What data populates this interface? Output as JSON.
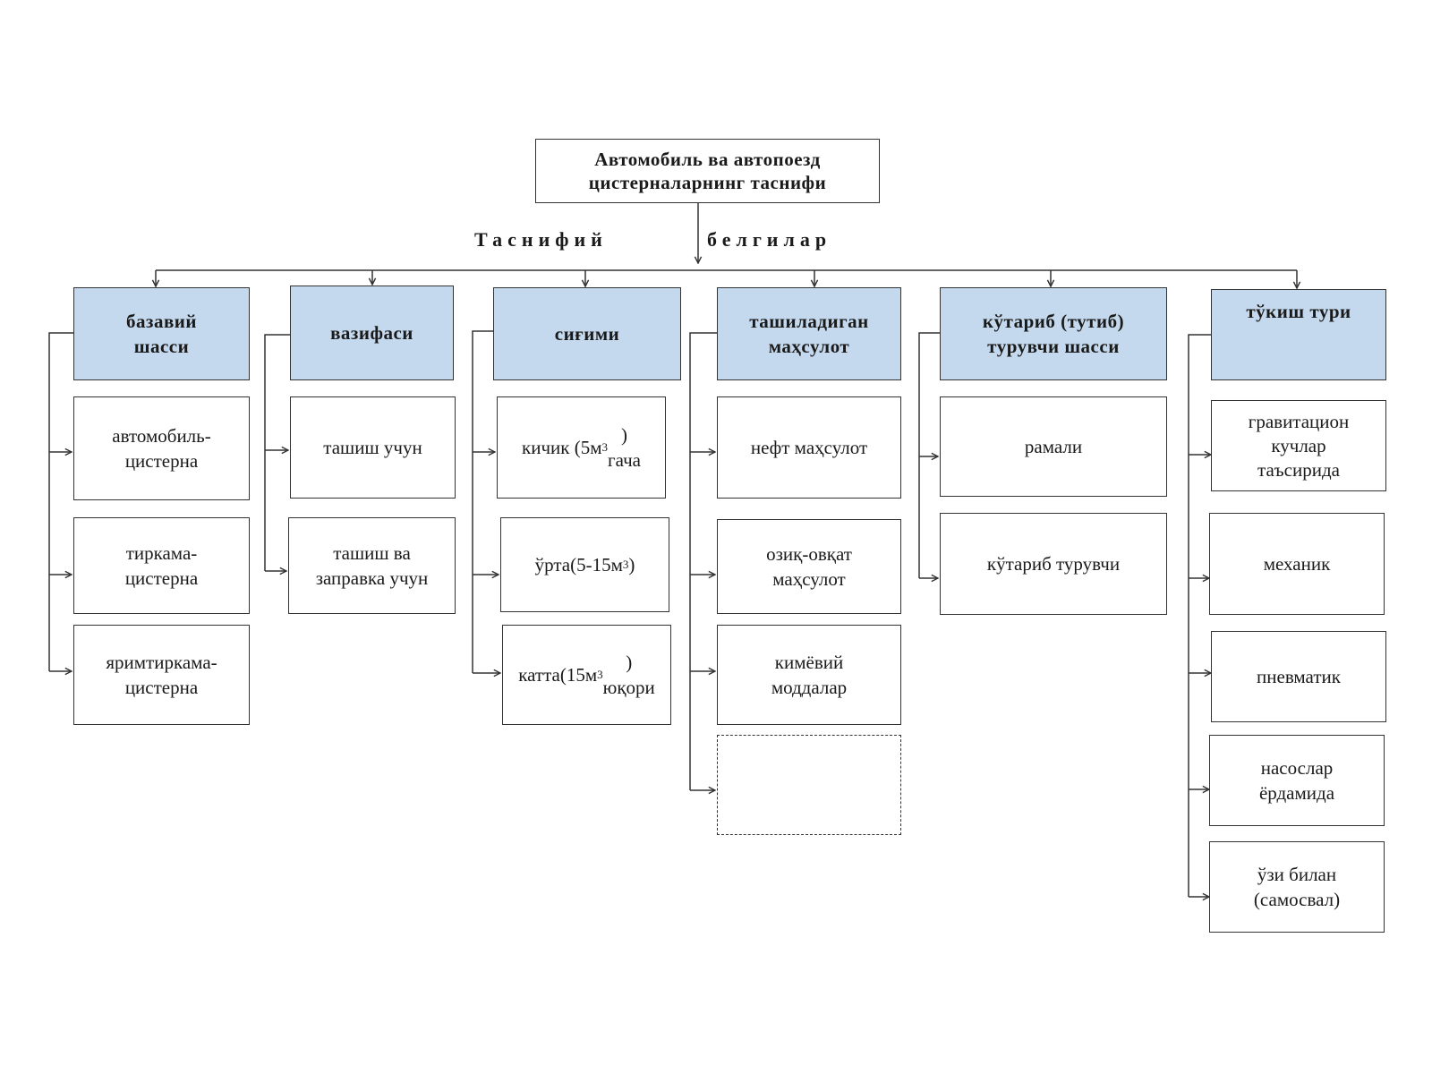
{
  "title": "Автомобиль ва автопоезд\nцистерналарнинг таснифи",
  "criteria_label_left": "Таснифий",
  "criteria_label_right": "белгилар",
  "categories": [
    {
      "header": "базавий\nшасси",
      "items": [
        "автомобиль-\nцистерна",
        "тиркама-\nцистерна",
        "яримтиркама-\nцистерна"
      ]
    },
    {
      "header": "вазифаси",
      "items": [
        "ташиш учун",
        "ташиш ва\nзаправка учун"
      ]
    },
    {
      "header": "сиғими",
      "items": [
        {
          "pre": "кичик (5м",
          "sup": "3",
          "post": ")\nгача"
        },
        {
          "pre": "ўрта(5-15м",
          "sup": "3",
          "post": ")"
        },
        {
          "pre": "катта(15м",
          "sup": "3",
          "post": ")\nюқори"
        }
      ]
    },
    {
      "header": "ташиладиган\nмаҳсулот",
      "items": [
        "нефт маҳсулот",
        "озиқ-овқат\nмаҳсулот",
        "кимёвий\nмоддалар",
        ""
      ]
    },
    {
      "header": "кўтариб (тутиб)\nтурувчи шасси",
      "items": [
        "рамали",
        "кўтариб турувчи"
      ]
    },
    {
      "header": "тўкиш тури",
      "items": [
        "гравитацион\nкучлар\nтаъсирида",
        "механик",
        "пневматик",
        "насослар\nёрдамида",
        "ўзи билан\n(самосвал)"
      ]
    }
  ]
}
